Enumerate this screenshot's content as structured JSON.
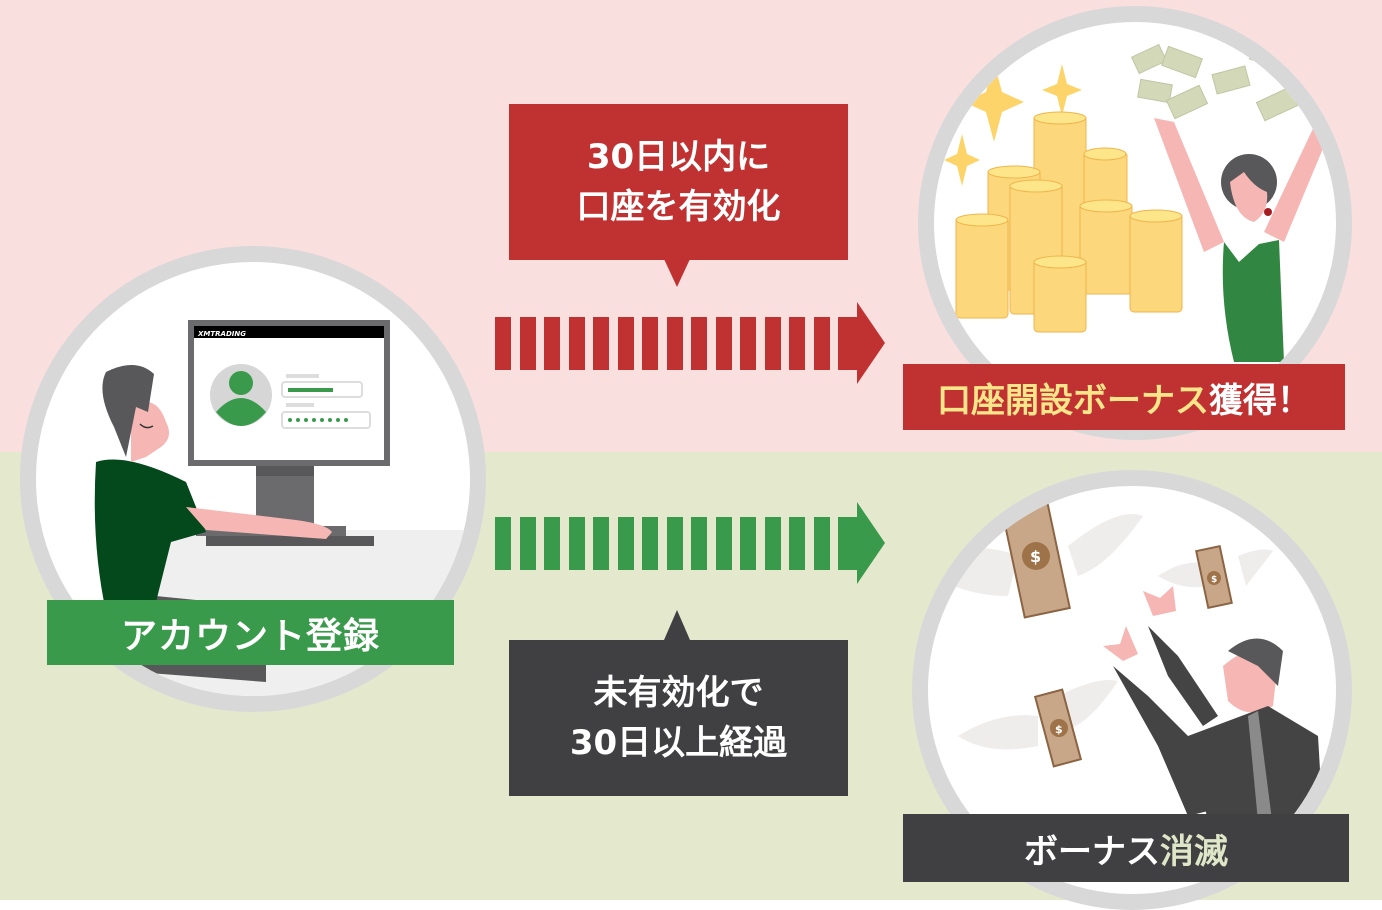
{
  "background": {
    "top_color": "#fadfdf",
    "bottom_color": "#e4e9ce"
  },
  "start": {
    "label": "アカウント登録",
    "illustration": "person-at-computer",
    "screen": {
      "brand": "XMTRADING",
      "fields": [
        "username-field",
        "password-field"
      ],
      "password_mask": "●●●●●●●●"
    }
  },
  "success_path": {
    "condition_line1": "30日以内に",
    "condition_line2": "口座を有効化",
    "result_highlight": "口座開設ボーナス",
    "result_rest": "獲得！",
    "illustration": "woman-celebrating-coins-and-cash",
    "arrow_color": "#c03232"
  },
  "failure_path": {
    "condition_line1": "未有効化で",
    "condition_line2": "30日以上経過",
    "result_rest": "ボーナス",
    "result_highlight": "消滅",
    "illustration": "man-chasing-flying-money",
    "arrow_color": "#3a9a4c"
  },
  "colors": {
    "red": "#c03232",
    "green": "#3a9a4c",
    "dark": "#404042",
    "gold": "#fde58a",
    "circle_ring": "#d8d8d8"
  }
}
